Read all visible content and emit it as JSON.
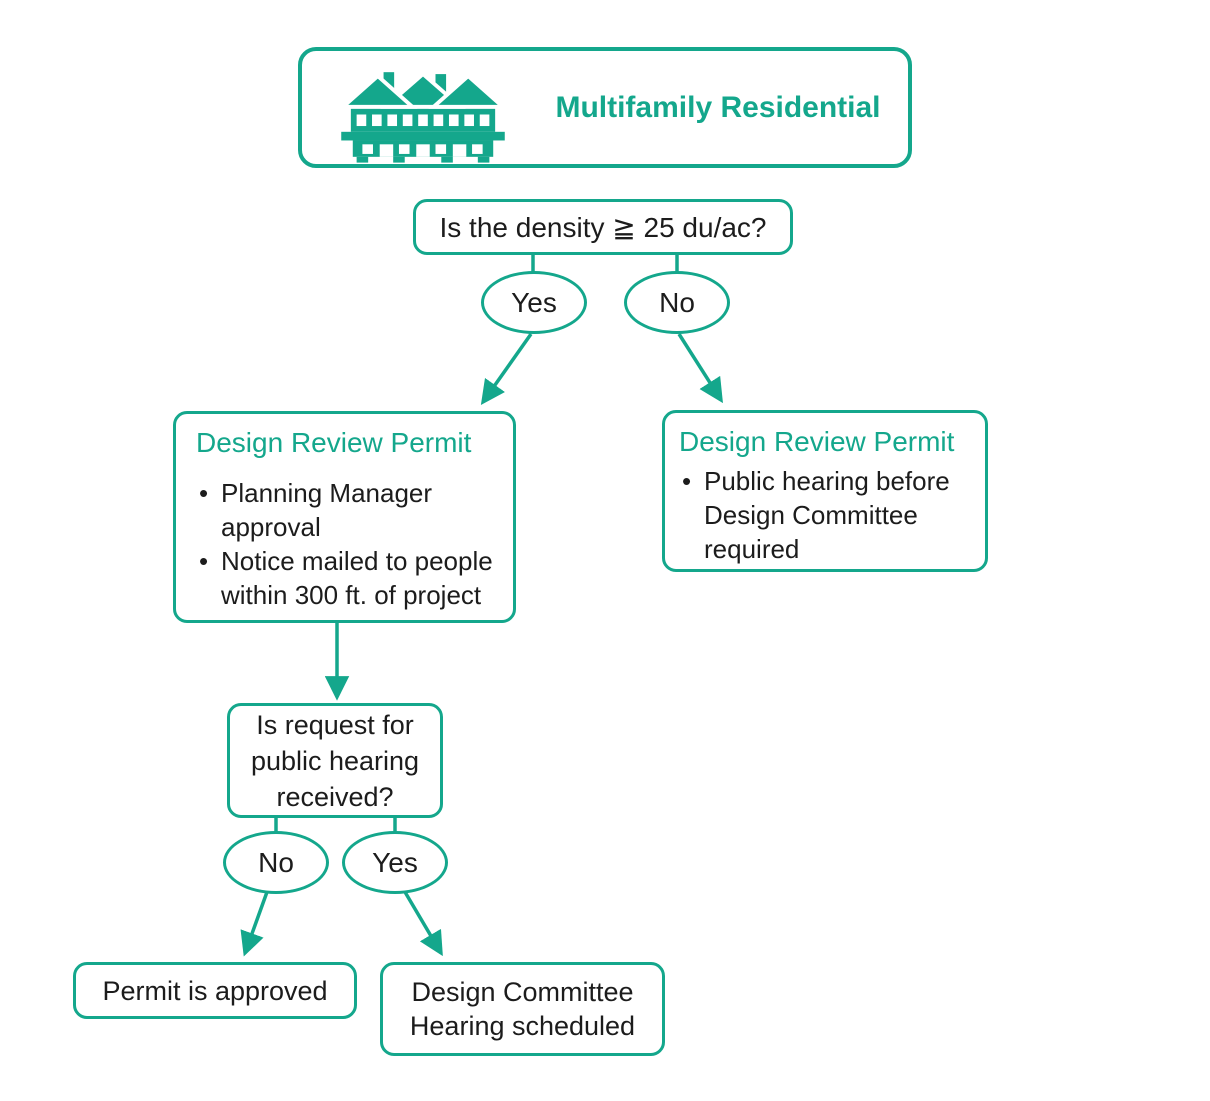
{
  "colors": {
    "accent_teal": "#14A78C",
    "text": "#1C1C1C",
    "background": "#FFFFFF"
  },
  "header": {
    "title": "Multifamily Residential",
    "icon": "multifamily-building-icon"
  },
  "flowchart": {
    "q_density": {
      "question": "Is the density ≧ 25 du/ac?",
      "yes_label": "Yes",
      "no_label": "No"
    },
    "permit_high_density": {
      "title": "Design Review Permit",
      "bullets": [
        "Planning Manager approval",
        "Notice mailed to people within 300 ft. of project"
      ]
    },
    "permit_low_density": {
      "title": "Design Review Permit",
      "bullets": [
        "Public hearing before Design Committee required"
      ]
    },
    "q_hearing": {
      "question": "Is request for public hearing received?",
      "no_label": "No",
      "yes_label": "Yes"
    },
    "outcome_approved": {
      "label": "Permit is approved"
    },
    "outcome_hearing_scheduled": {
      "label": "Design Committee Hearing scheduled"
    }
  }
}
